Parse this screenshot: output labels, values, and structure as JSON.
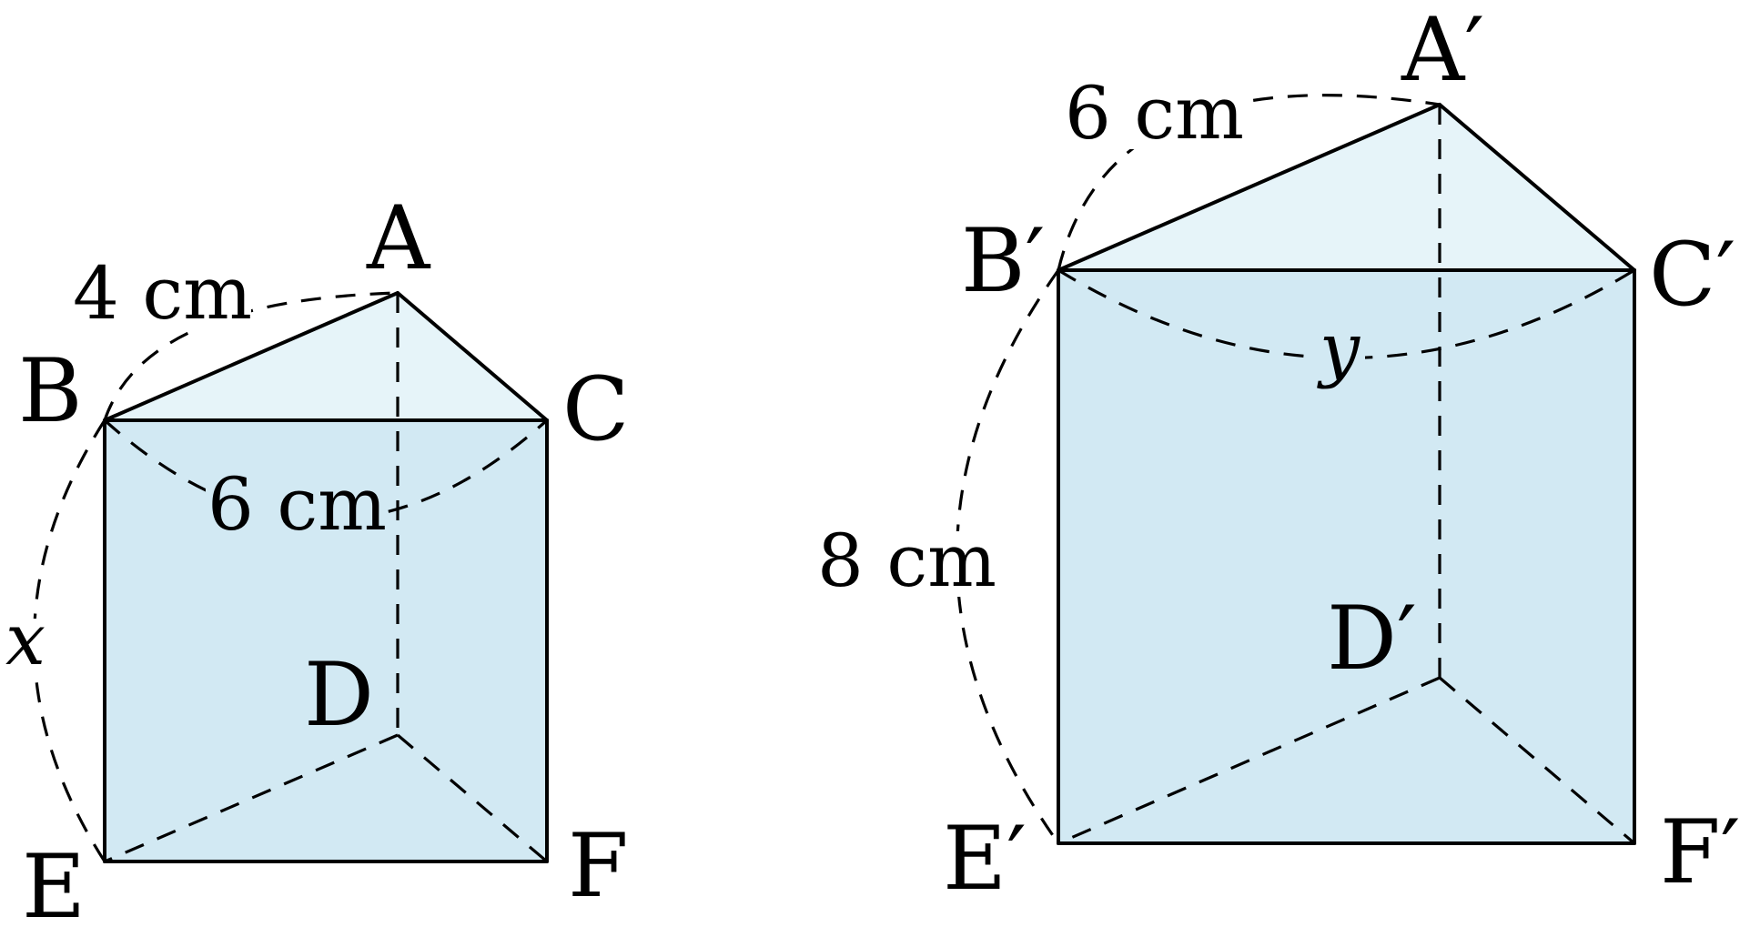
{
  "prism_small": {
    "vertices": {
      "a": "A",
      "b": "B",
      "c": "C",
      "d": "D",
      "e": "E",
      "f": "F"
    },
    "labels": {
      "ab": "4 cm",
      "bc": "6 cm",
      "be": "x"
    }
  },
  "prism_large": {
    "vertices": {
      "a": "A′",
      "b": "B′",
      "c": "C′",
      "d": "D′",
      "e": "E′",
      "f": "F′"
    },
    "labels": {
      "ab": "6 cm",
      "bc": "y",
      "be": "8 cm"
    }
  },
  "colors": {
    "top_face": "#e6f4f9",
    "front_face": "#d2e9f3",
    "lines": "#000000"
  }
}
